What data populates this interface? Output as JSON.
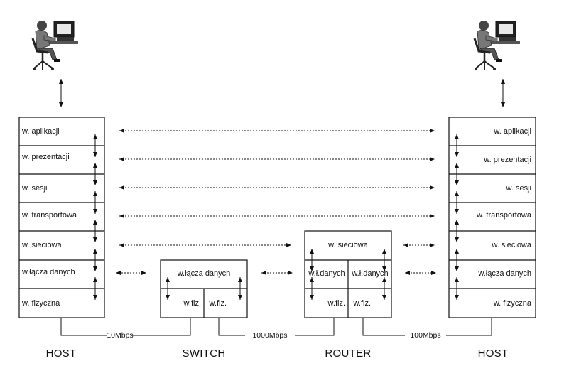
{
  "left_host": {
    "name": "HOST",
    "layers": [
      "w. aplikacji",
      "w. prezentacji",
      "w. sesji",
      "w. transportowa",
      "w. sieciowa",
      "w.łącza danych",
      "w. fizyczna"
    ]
  },
  "right_host": {
    "name": "HOST",
    "layers": [
      "w. aplikacji",
      "w. prezentacji",
      "w. sesji",
      "w. transportowa",
      "w. sieciowa",
      "w.łącza danych",
      "w. fizyczna"
    ]
  },
  "switch": {
    "name": "SWITCH",
    "data_link": "w.łącza danych",
    "phys_left": "w.fiz.",
    "phys_right": "w.fiz."
  },
  "router": {
    "name": "ROUTER",
    "network": "w. sieciowa",
    "dl_left": "w.ł.danych",
    "dl_right": "w.ł.danych",
    "phys_left": "w.fiz.",
    "phys_right": "w.fiz."
  },
  "links": {
    "host_switch": "10Mbps",
    "switch_router": "1000Mbps",
    "router_host": "100Mbps"
  },
  "icons": [
    "computer-user-icon",
    "computer-user-icon"
  ]
}
